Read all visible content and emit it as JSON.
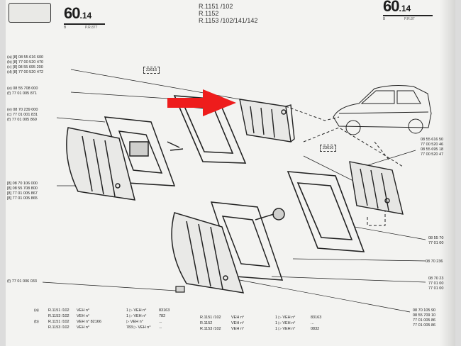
{
  "header": {
    "page_left": "60",
    "page_left_sub": ".14",
    "page_left_small_a": "B",
    "page_left_small_b": "P.R.877",
    "models": [
      "R.1151 /102",
      "R.1152",
      "R.1153 /102/141/142"
    ],
    "page_right": "60",
    "page_right_sub": ".14",
    "page_right_small_a": "B",
    "page_right_small_b": "P.R.87"
  },
  "tags": {
    "upper": "23616",
    "right": "23616"
  },
  "refs": {
    "top_left": [
      "(a) [8] 08 55 616 600",
      "(b) [8] 77 00 520 470",
      "(c) [8] 08 55 695 200",
      "(d) [8] 77 00 520 472"
    ],
    "mid_left_a": [
      "(e) 08 55 708 000",
      "(f) 77 01 005 871"
    ],
    "mid_left_b": [
      "(e) 08 70 239 000",
      "(c) 77 01 001 831",
      "(f) 77 01 005 869"
    ],
    "lower_left": [
      "[8] 08 70 106 000",
      "[8] 08 55 708 800",
      "[8] 77 01 005 867",
      "[8] 77 01 005 865"
    ],
    "bulb_left": [
      "(f) 77 01 006 033"
    ],
    "right_top": [
      "08 55 616 50",
      "77 00 520 46",
      "08 55 695 18",
      "77 00 520 47"
    ],
    "right_mid": [
      "08 55 70",
      "77 01 00"
    ],
    "right_mid2": [
      "08 70 236"
    ],
    "right_lower": [
      "08 70 23",
      "77 01 00",
      "77 01 00"
    ],
    "right_bottom": [
      "08 70 105 90",
      "08 55 709 10",
      "77 01 005 86",
      "77 01 005 86"
    ]
  },
  "table_left": [
    {
      "tag": "(a)",
      "model": "R.1151 /102",
      "col": "VEH n°",
      "arrow": "1 ▷ VEH n°",
      "num": "83163"
    },
    {
      "tag": "",
      "model": "R.1153 /102",
      "col": "VEH n°",
      "arrow": "1 ▷ VEH n°",
      "num": "782"
    },
    {
      "tag": "(b)",
      "model": "R.1151 /102",
      "col": "VEH n° 82166",
      "arrow": "▷ VEH n°",
      "num": "..."
    },
    {
      "tag": "",
      "model": "R.1153 /102",
      "col": "VEH n°",
      "arrow": "783 ▷ VEH n°",
      "num": "..."
    }
  ],
  "table_right": [
    {
      "model": "R.1151 /102",
      "col": "VEH n°",
      "arrow": "1 ▷ VEH n°",
      "num": "83163"
    },
    {
      "model": "R.1152",
      "col": "VEH n°",
      "arrow": "1 ▷ VEH n°",
      "num": "..."
    },
    {
      "model": "R.1153 /102",
      "col": "VEH n°",
      "arrow": "1 ▷ VEH n°",
      "num": "0832"
    }
  ],
  "colors": {
    "paper": "#f3f3f1",
    "ink": "#1c1c1c",
    "arrow": "#ee1c1c"
  }
}
